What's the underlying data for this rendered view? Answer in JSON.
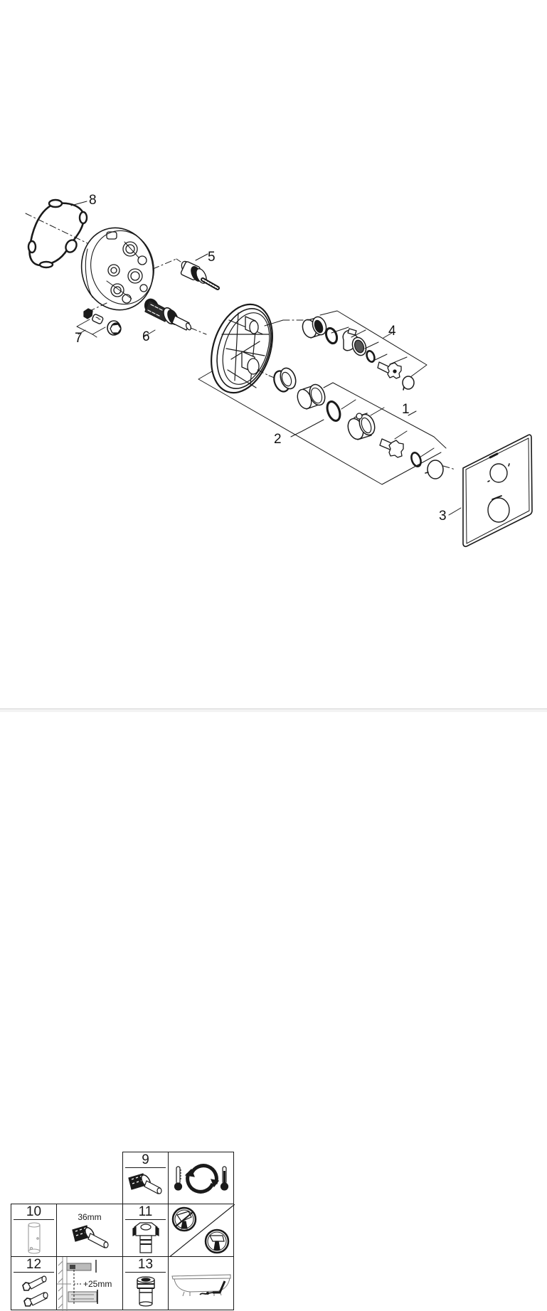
{
  "diagram": {
    "type": "exploded-parts-view",
    "subject": "concealed thermostatic shower mixer with trim plate",
    "line_color": "#1a1a1a",
    "background": "#ffffff"
  },
  "callouts": [
    {
      "id": "1",
      "label": "1"
    },
    {
      "id": "2",
      "label": "2"
    },
    {
      "id": "3",
      "label": "3"
    },
    {
      "id": "4",
      "label": "4"
    },
    {
      "id": "5",
      "label": "5"
    },
    {
      "id": "6",
      "label": "6"
    },
    {
      "id": "7",
      "label": "7"
    },
    {
      "id": "8",
      "label": "8"
    }
  ],
  "accessory_table": {
    "cells": {
      "c9": {
        "number": "9"
      },
      "c10": {
        "number": "10"
      },
      "c10_detail": {
        "dimension": "36mm"
      },
      "c11": {
        "number": "11"
      },
      "c12": {
        "number": "12"
      },
      "c12_detail": {
        "dimension": "+25mm"
      },
      "c13": {
        "number": "13"
      }
    },
    "icons": {
      "c9_detail": "temperature-reversal-icon",
      "c11_detail": "handle-orientation-icon",
      "c13_detail": "bathtub-icon"
    }
  }
}
